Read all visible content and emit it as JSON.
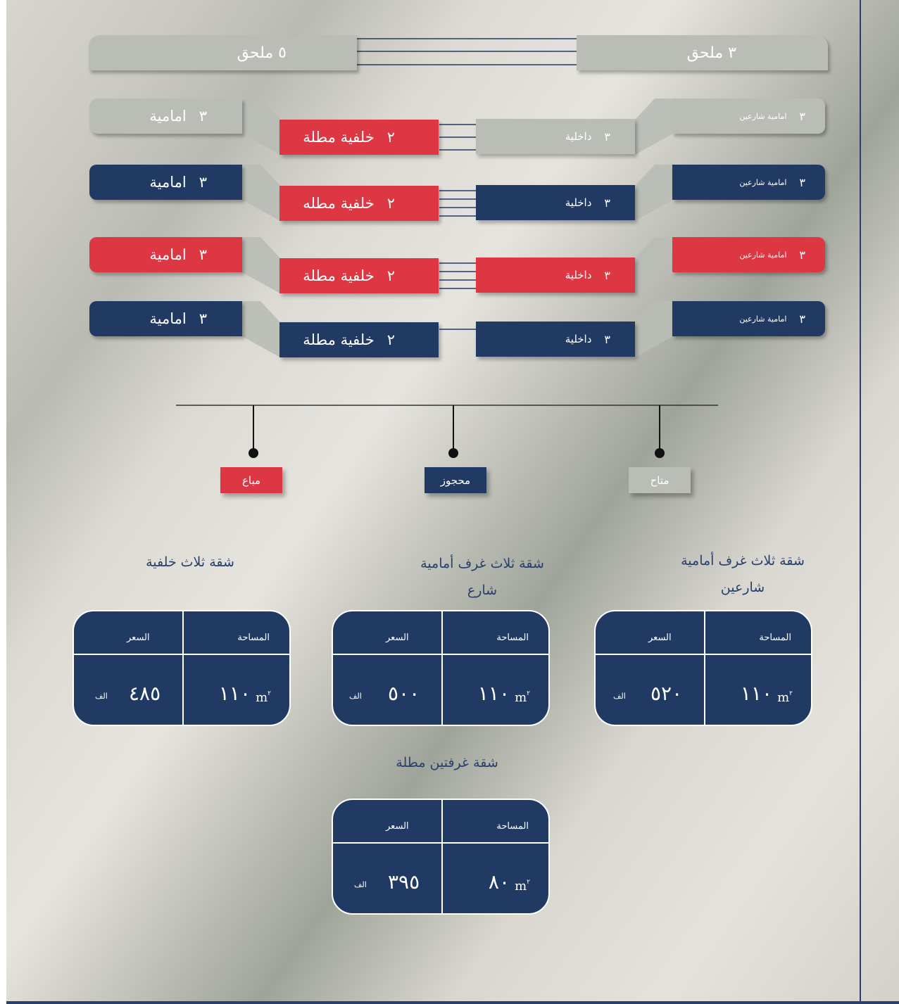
{
  "annexes": {
    "left": "٥ ملحق",
    "right": "٣ ملحق"
  },
  "floors": [
    {
      "left_num": "٣",
      "left_label": "امامية",
      "back_num": "٢",
      "back_label": "خلفية مطلة",
      "inner_num": "٣",
      "inner_label": "داخلية",
      "right_num": "٣",
      "right_label": "امامية شارعين",
      "left_color": "#b9bdb6",
      "back_color": "#de3744",
      "inner_color": "#b9bdb6",
      "right_color": "#b9bdb6"
    },
    {
      "left_num": "٣",
      "left_label": "امامية",
      "back_num": "٢",
      "back_label": "خلفية مطله",
      "inner_num": "٣",
      "inner_label": "داخلية",
      "right_num": "٣",
      "right_label": "امامية شارعين",
      "left_color": "#213a64",
      "back_color": "#de3744",
      "inner_color": "#213a64",
      "right_color": "#213a64"
    },
    {
      "left_num": "٣",
      "left_label": "امامية",
      "back_num": "٢",
      "back_label": "خلفية مطلة",
      "inner_num": "٣",
      "inner_label": "داخلية",
      "right_num": "٣",
      "right_label": "امامية شارعين",
      "left_color": "#de3744",
      "back_color": "#de3744",
      "inner_color": "#de3744",
      "right_color": "#de3744"
    },
    {
      "left_num": "٣",
      "left_label": "امامية",
      "back_num": "٢",
      "back_label": "خلفية مطلة",
      "inner_num": "٣",
      "inner_label": "داخلية",
      "right_num": "٣",
      "right_label": "امامية شارعين",
      "left_color": "#213a64",
      "back_color": "#213a64",
      "inner_color": "#213a64",
      "right_color": "#213a64"
    }
  ],
  "legend": {
    "sold": "مباع",
    "reserved": "محجوز",
    "available": "متاح"
  },
  "colors": {
    "available": "#b9bdb6",
    "reserved": "#213a64",
    "sold": "#de3744",
    "accent_line": "#2a3f6b"
  },
  "units": [
    {
      "title_line1": "شقة ثلاث خلفية",
      "title_line2": "",
      "area_header": "المساحة",
      "price_header": "السعر",
      "area": "١١٠",
      "area_unit": "m",
      "area_sup": "٢",
      "price": "٤٨٥",
      "price_unit": "الف"
    },
    {
      "title_line1": "شقة ثلاث غرف أمامية",
      "title_line2": "شارع",
      "area_header": "المساحة",
      "price_header": "السعر",
      "area": "١١٠",
      "area_unit": "m",
      "area_sup": "٢",
      "price": "٥٠٠",
      "price_unit": "الف"
    },
    {
      "title_line1": "شقة ثلاث غرف أمامية",
      "title_line2": "شارعين",
      "area_header": "المساحة",
      "price_header": "السعر",
      "area": "١١٠",
      "area_unit": "m",
      "area_sup": "٢",
      "price": "٥٢٠",
      "price_unit": "الف"
    },
    {
      "title_line1": "شقة غرفتين مطلة",
      "title_line2": "",
      "area_header": "المساحة",
      "price_header": "السعر",
      "area": "٨٠",
      "area_unit": "m",
      "area_sup": "٢",
      "price": "٣٩٥",
      "price_unit": "الف"
    }
  ]
}
